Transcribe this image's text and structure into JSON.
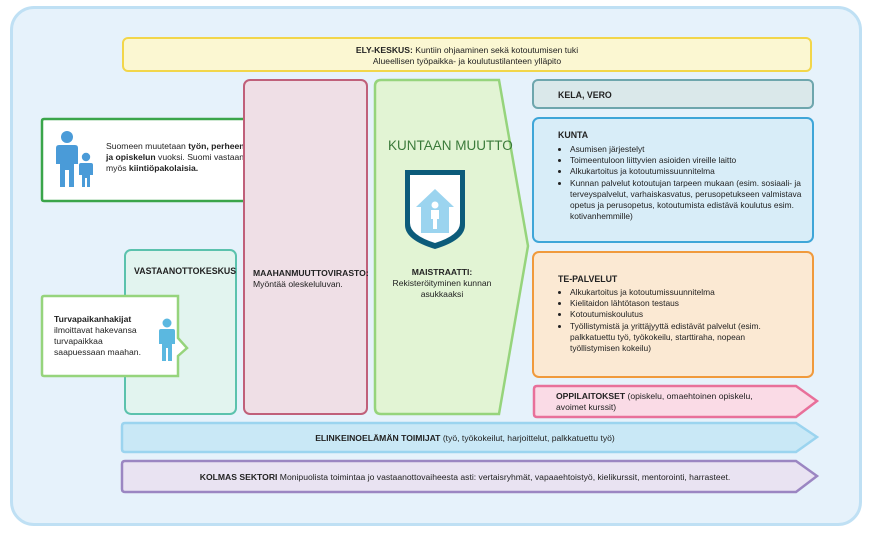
{
  "ely": {
    "title": "ELY-KESKUS:",
    "line1": "Kuntiin ohjaaminen sekä kotoutumisen tuki",
    "line2": "Alueellisen työpaikka- ja koulutustilanteen ylläpito"
  },
  "intro": {
    "t1": "Suomeen muutetaan ",
    "b1": "työn, perheen",
    "b2": "ja opiskelun",
    "t2": " vuoksi. Suomi vastaanottaa myös ",
    "b3": "kiintiöpakolaisia."
  },
  "asylum": {
    "b1": "Turvapaikanhakijat",
    "t1": "ilmoittavat hakevansa turvapaikkaa saapuessaan maahan."
  },
  "vastaanotto": {
    "title": "VASTAANOTTOKESKUS"
  },
  "migri": {
    "title": "MAAHANMUUTTOVIRASTO:",
    "text": "Myöntää oleskeluluvan."
  },
  "kuntaan": {
    "title": "KUNTAAN MUUTTO"
  },
  "maistraatti": {
    "title": "MAISTRAATTI:",
    "text": "Rekisteröityminen kunnan asukkaaksi"
  },
  "kela": {
    "title": "KELA, VERO"
  },
  "kunta": {
    "title": "KUNTA",
    "items": [
      "Asumisen järjestelyt",
      "Toimeentuloon liittyvien asioiden vireille laitto",
      "Alkukartoitus ja kotoutumissuunnitelma",
      "Kunnan palvelut kotoutujan tarpeen mukaan (esim. sosiaali- ja terveyspalvelut, varhaiskasvatus, perusopetukseen valmistava opetus ja perusopetus, kotoutumista edistävä koulutus esim. kotivanhemmille)"
    ]
  },
  "te": {
    "title": "TE-PALVELUT",
    "items": [
      "Alkukartoitus ja kotoutumissuunnitelma",
      "Kielitaidon lähtötason testaus",
      "Kotoutumiskoulutus",
      "Työllistymistä ja yrittäjyyttä edistävät palvelut (esim. palkkatuettu työ, työkokeilu, starttiraha, nopean työllistymisen kokeilu)"
    ]
  },
  "oppilaitokset": {
    "title": "OPPILAITOKSET",
    "text": " (opiskelu, omaehtoinen opiskelu, avoimet kurssit)"
  },
  "elinkeino": {
    "title": "ELINKEINOELÄMÄN TOIMIJAT",
    "text": " (työ, työkokeilut, harjoittelut, palkkatuettu työ)"
  },
  "kolmas": {
    "title": "KOLMAS SEKTORI",
    "text": " Monipuolista toimintaa jo vastaanottovaiheesta asti: vertaisryhmät, vapaaehtoistyö, kielikurssit, mentorointi, harrasteet."
  },
  "colors": {
    "ely": "#f2d64a",
    "green": "#3aa54a",
    "teal": "#5bc2ad",
    "pink": "#c0607a",
    "lightgreen": "#96d47c",
    "kela": "#6ea6ad",
    "kunta": "#3fa6d8",
    "te": "#f09a3c",
    "opp": "#e8709a",
    "elin": "#9bd4ef",
    "kolmas": "#9b86c2"
  },
  "icons": [
    "family-icon",
    "person-icon",
    "house-icon"
  ]
}
